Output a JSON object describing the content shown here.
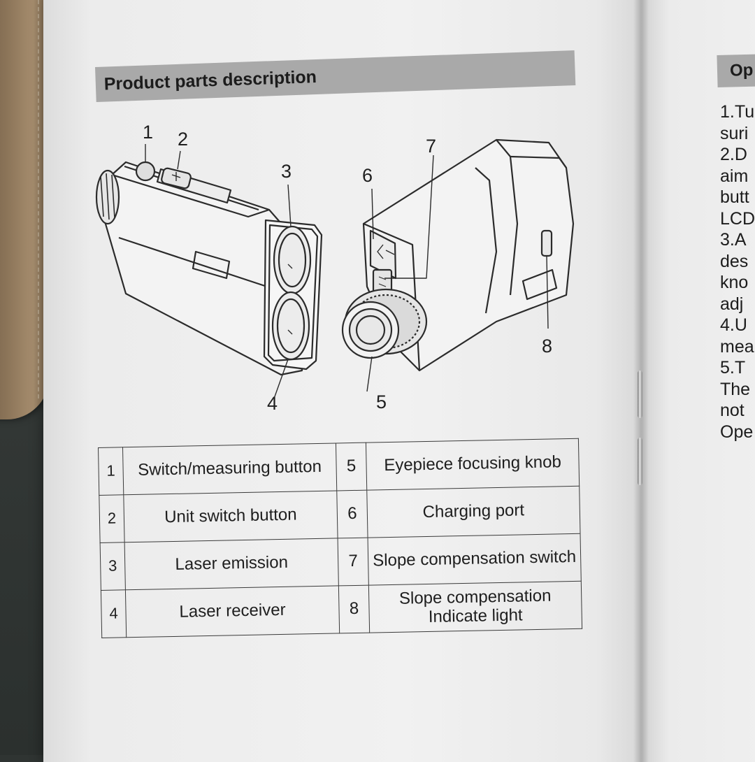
{
  "section_title": "Product parts description",
  "callouts": [
    "1",
    "2",
    "3",
    "4",
    "5",
    "6",
    "7",
    "8"
  ],
  "parts": [
    {
      "num": "1",
      "label": "Switch/measuring button",
      "num_r": "5",
      "label_r": "Eyepiece focusing knob"
    },
    {
      "num": "2",
      "label": "Unit switch button",
      "num_r": "6",
      "label_r": "Charging port"
    },
    {
      "num": "3",
      "label": "Laser emission",
      "num_r": "7",
      "label_r": "Slope compensation switch"
    },
    {
      "num": "4",
      "label": "Laser receiver",
      "num_r": "8",
      "label_r": "Slope compensation Indicate light"
    }
  ],
  "right_page": {
    "title_fragment": "Op",
    "lines": [
      "1.Tu",
      "suri",
      "2.D",
      "aim",
      "butt",
      "LCD",
      "3.A",
      "des",
      "kno",
      "adj",
      "4.U",
      "mea",
      "5.T",
      "The",
      "not",
      "Ope"
    ]
  }
}
